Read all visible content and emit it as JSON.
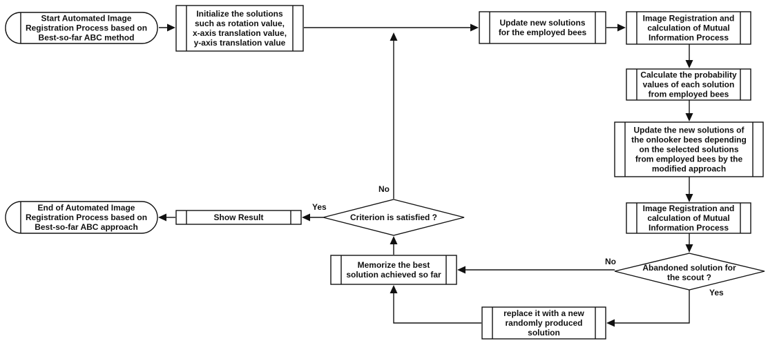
{
  "nodes": {
    "start": {
      "lines": [
        "Start Automated Image",
        "Registration Process based on",
        "Best-so-far ABC method"
      ]
    },
    "init": {
      "lines": [
        "Initialize the solutions",
        "such as rotation value,",
        "x-axis translation value,",
        "y-axis translation value"
      ]
    },
    "update_employed": {
      "lines": [
        "Update new solutions",
        "for the employed bees"
      ]
    },
    "register1": {
      "lines": [
        "Image Registration and",
        "calculation of  Mutual",
        "Information Process"
      ]
    },
    "probability": {
      "lines": [
        "Calculate the probability",
        "values of each solution",
        "from employed bees"
      ]
    },
    "update_onlooker": {
      "lines": [
        "Update the new solutions  of",
        "the onlooker bees  depending",
        "on the selected solutions",
        "from employed bees by the",
        "modified approach"
      ]
    },
    "register2": {
      "lines": [
        "Image Registration and",
        "calculation of  Mutual",
        "Information Process"
      ]
    },
    "abandoned": {
      "lines": [
        "Abandoned solution for",
        "the scout ?"
      ]
    },
    "replace": {
      "lines": [
        "replace it with a new",
        "randomly produced",
        "solution"
      ]
    },
    "memorize": {
      "lines": [
        "Memorize the best",
        "solution achieved so far"
      ]
    },
    "criterion": {
      "lines": [
        "Criterion is satisfied ?"
      ]
    },
    "show": {
      "lines": [
        "Show Result"
      ]
    },
    "end": {
      "lines": [
        "End of Automated Image",
        "Registration Process based on",
        "Best-so-far ABC approach"
      ]
    }
  },
  "edge_labels": {
    "criterion_no": "No",
    "criterion_yes": "Yes",
    "abandoned_no": "No",
    "abandoned_yes": "Yes"
  }
}
